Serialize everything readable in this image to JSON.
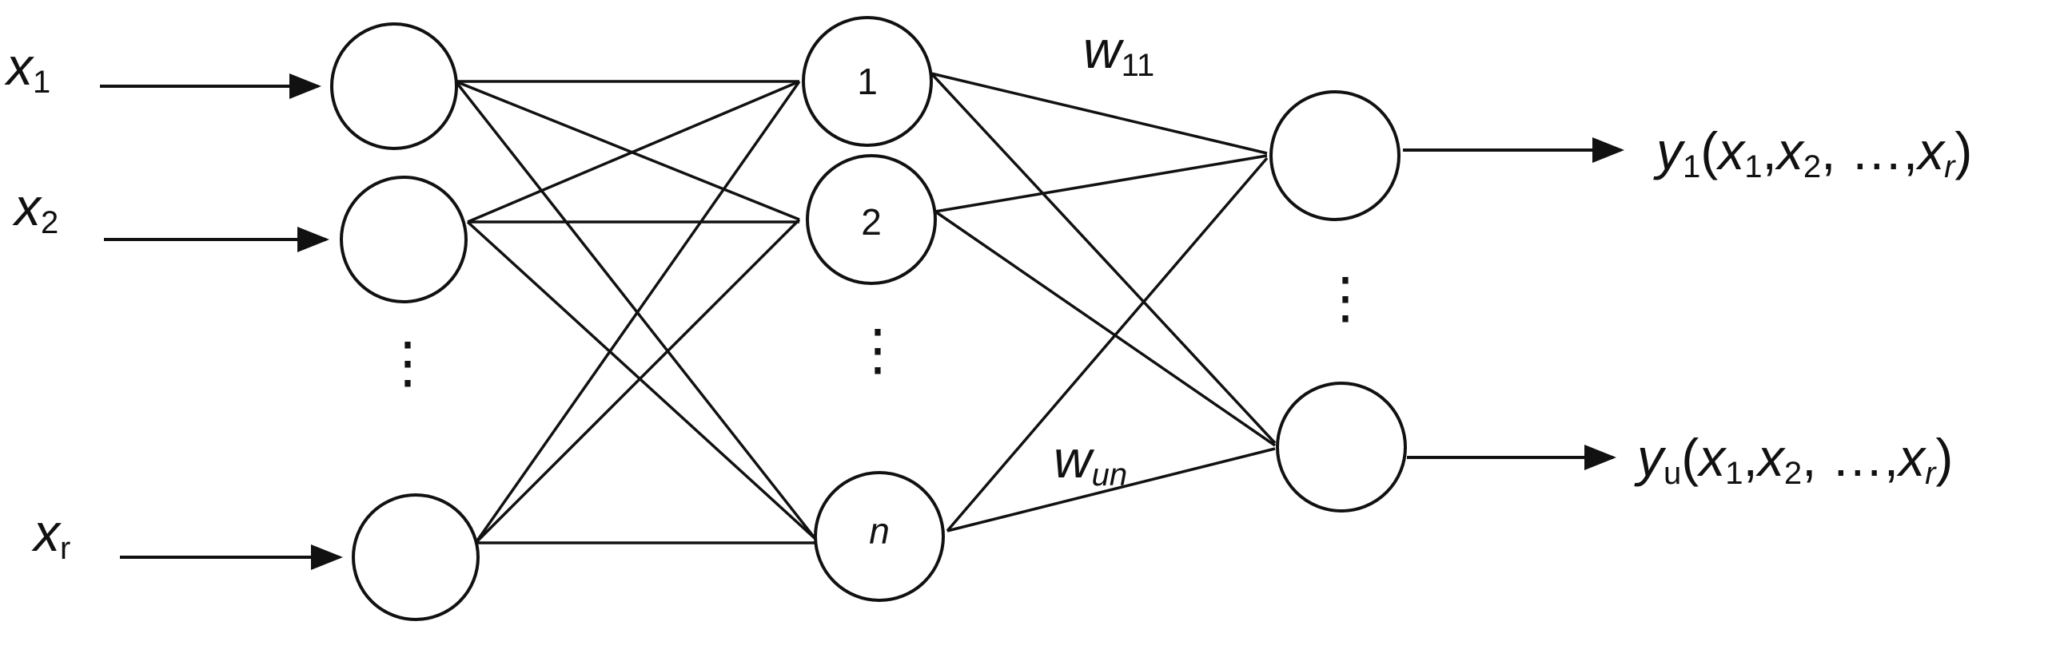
{
  "inputs": [
    {
      "base": "x",
      "sub": "1"
    },
    {
      "base": "x",
      "sub": "2"
    },
    {
      "base": "x",
      "sub": "r"
    }
  ],
  "hidden_nodes": [
    "1",
    "2",
    "n"
  ],
  "weights": {
    "top": {
      "base": "w",
      "sub": "11"
    },
    "bottom": {
      "base": "w",
      "sub": "un"
    }
  },
  "outputs": [
    {
      "base": "y",
      "sub": "1",
      "args_open": "(",
      "x1_base": "x",
      "x1_sub": "1",
      "comma1": ",",
      "x2_base": "x",
      "x2_sub": "2",
      "ellipsis": ", …,",
      "xr_base": "x",
      "xr_sub": "r",
      "args_close": ")"
    },
    {
      "base": "y",
      "sub": "u",
      "args_open": "(",
      "x1_base": "x",
      "x1_sub": "1",
      "comma1": ",",
      "x2_base": "x",
      "x2_sub": "2",
      "ellipsis": ", …,",
      "xr_base": "x",
      "xr_sub": "r",
      "args_close": ")"
    }
  ],
  "vertical_dots": "⋮",
  "colors": {
    "stroke": "#111111",
    "background": "#ffffff"
  }
}
